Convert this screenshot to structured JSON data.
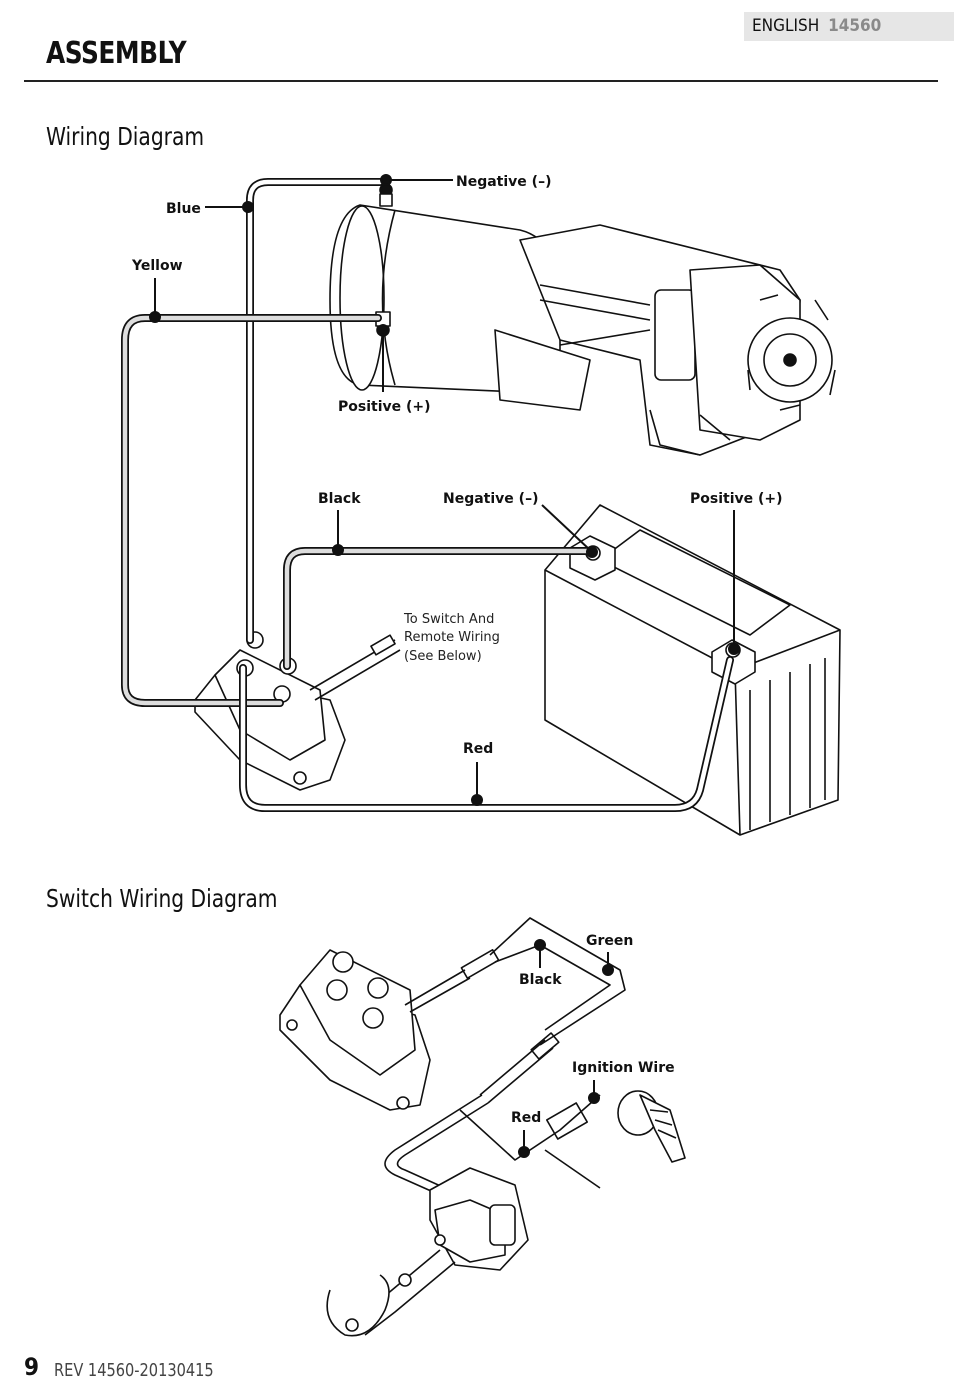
{
  "header": {
    "language": "ENGLISH",
    "model": "14560",
    "section_title": "ASSEMBLY"
  },
  "wiring_diagram": {
    "title": "Wiring Diagram",
    "labels": {
      "negative_motor": "Negative (–)",
      "blue": "Blue",
      "yellow": "Yellow",
      "positive_motor": "Positive (+)",
      "black": "Black",
      "negative_battery": "Negative (–)",
      "positive_battery": "Positive (+)",
      "switch_note_1": "To Switch And",
      "switch_note_2": "Remote Wiring",
      "switch_note_3": "(See Below)",
      "red": "Red"
    }
  },
  "switch_wiring_diagram": {
    "title": "Switch Wiring Diagram",
    "labels": {
      "green": "Green",
      "black": "Black",
      "ignition_wire": "Ignition Wire",
      "red": "Red"
    }
  },
  "footer": {
    "page_number": "9",
    "revision": "REV 14560-20130415"
  }
}
